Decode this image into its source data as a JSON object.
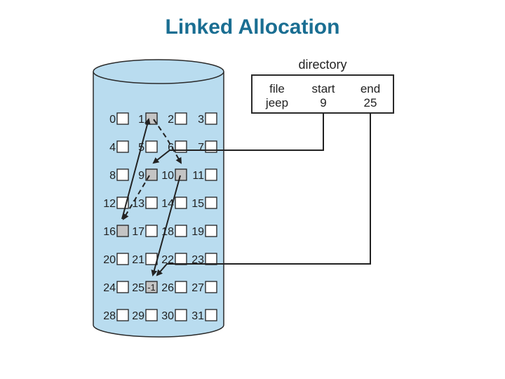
{
  "title": "Linked Allocation",
  "directory": {
    "label": "directory",
    "headers": [
      "file",
      "start",
      "end"
    ],
    "row": [
      "jeep",
      "9",
      "25"
    ]
  },
  "blocks": {
    "numbers": [
      "0",
      "1",
      "2",
      "3",
      "4",
      "5",
      "6",
      "7",
      "8",
      "9",
      "10",
      "11",
      "12",
      "13",
      "14",
      "15",
      "16",
      "17",
      "18",
      "19",
      "20",
      "21",
      "22",
      "23",
      "24",
      "25",
      "26",
      "27",
      "28",
      "29",
      "30",
      "31"
    ],
    "chain": [
      9,
      16,
      1,
      10,
      25
    ],
    "end_marker": "-1"
  },
  "colors": {
    "title": "#1a6e92",
    "cylinder_fill": "#b9dcef",
    "cylinder_stroke": "#2a2a2a",
    "block_fill": "#ffffff",
    "used_block_fill": "#c4c4c4",
    "text": "#222222"
  }
}
